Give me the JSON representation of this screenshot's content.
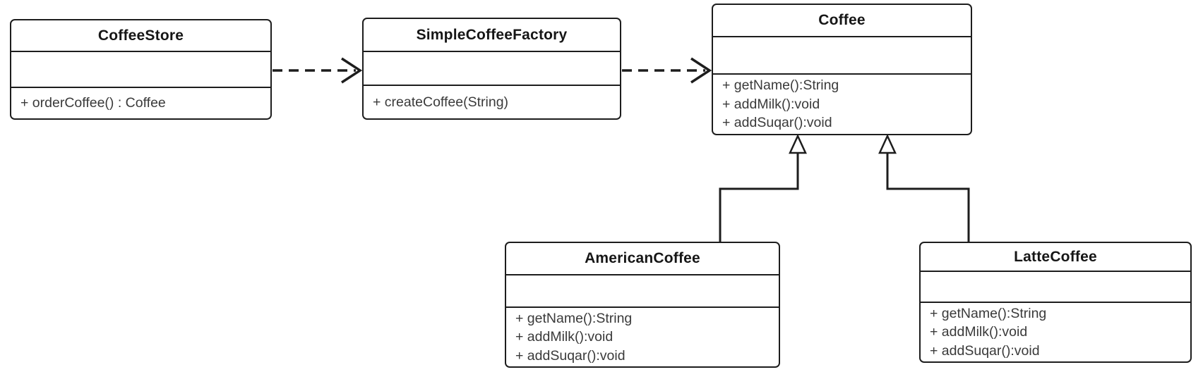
{
  "diagram_type": "uml-class-diagram",
  "colors": {
    "background": "#ffffff",
    "box_fill": "#ffffff",
    "line": "#1d1d1d",
    "title_text": "#161616",
    "method_text": "#3a3a3a"
  },
  "classes": [
    {
      "name": "CoffeeStore",
      "attributes": [],
      "methods": [
        "+ orderCoffee() : Coffee"
      ]
    },
    {
      "name": "SimpleCoffeeFactory",
      "attributes": [],
      "methods": [
        "+ createCoffee(String)"
      ]
    },
    {
      "name": "Coffee",
      "attributes": [],
      "methods": [
        "+ getName():String",
        "+ addMilk():void",
        "+ addSuqar():void"
      ]
    },
    {
      "name": "AmericanCoffee",
      "attributes": [],
      "methods": [
        "+ getName():String",
        "+ addMilk():void",
        "+ addSuqar():void"
      ]
    },
    {
      "name": "LatteCoffee",
      "attributes": [],
      "methods": [
        "+ getName():String",
        "+ addMilk():void",
        "+ addSuqar():void"
      ]
    }
  ],
  "relationships": [
    {
      "type": "dependency",
      "from": "CoffeeStore",
      "to": "SimpleCoffeeFactory",
      "line": "dashed",
      "arrowhead": "open-chevron"
    },
    {
      "type": "dependency",
      "from": "SimpleCoffeeFactory",
      "to": "Coffee",
      "line": "dashed",
      "arrowhead": "open-chevron"
    },
    {
      "type": "inheritance",
      "from": "AmericanCoffee",
      "to": "Coffee",
      "line": "solid",
      "arrowhead": "hollow-triangle"
    },
    {
      "type": "inheritance",
      "from": "LatteCoffee",
      "to": "Coffee",
      "line": "solid",
      "arrowhead": "hollow-triangle"
    }
  ]
}
